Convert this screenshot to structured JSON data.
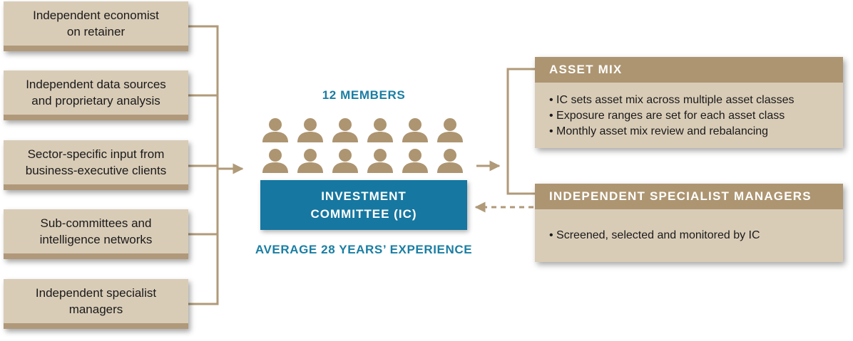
{
  "inputs": [
    {
      "label": "Independent economist\non retainer"
    },
    {
      "label": "Independent data sources\nand proprietary analysis"
    },
    {
      "label": "Sector-specific input from\nbusiness-executive clients"
    },
    {
      "label": "Sub-committees and\nintelligence networks"
    },
    {
      "label": "Independent specialist\nmanagers"
    }
  ],
  "center": {
    "members_label": "12 MEMBERS",
    "member_count": 12,
    "committee_label": "INVESTMENT\nCOMMITTEE (IC)",
    "experience_label": "AVERAGE 28 YEARS’ EXPERIENCE"
  },
  "panels": {
    "asset_mix": {
      "title": "ASSET MIX",
      "items": [
        "IC sets asset mix across multiple asset classes",
        "Exposure ranges are set for each asset class",
        "Monthly asset mix review and rebalancing"
      ]
    },
    "specialist": {
      "title": "INDEPENDENT SPECIALIST MANAGERS",
      "items": [
        "Screened, selected and monitored by IC"
      ]
    }
  },
  "colors": {
    "tan_light": "#d9ccb7",
    "tan_dark": "#ad9571",
    "teal": "#1677a0",
    "accent_text": "#1a7ea3",
    "connector": "#b09a78"
  }
}
